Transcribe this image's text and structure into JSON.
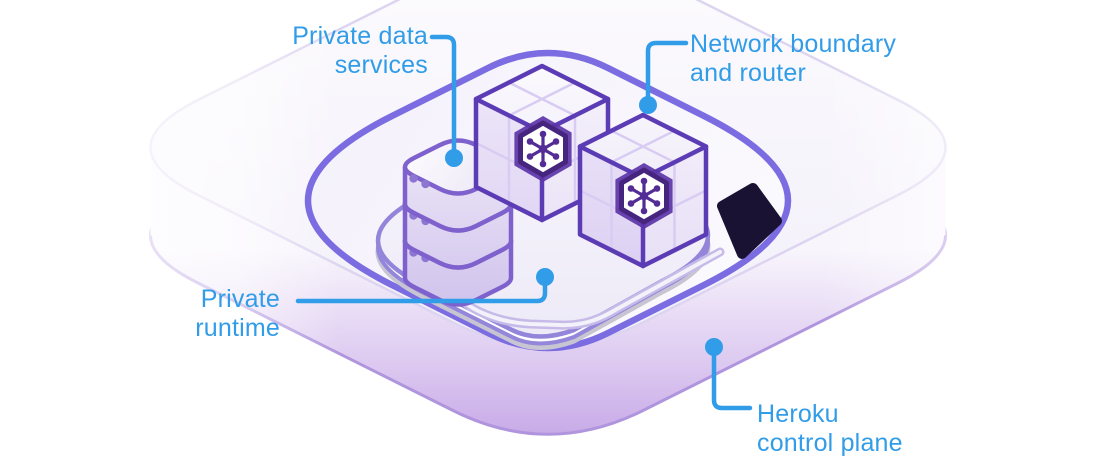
{
  "diagram": {
    "title": "Heroku private space architecture diagram",
    "labels": {
      "private_data_services": {
        "line1": "Private data",
        "line2": "services"
      },
      "network_boundary": {
        "line1": "Network boundary",
        "line2": "and router"
      },
      "private_runtime": {
        "line1": "Private",
        "line2": "runtime"
      },
      "heroku_control_plane": {
        "line1": "Heroku",
        "line2": "control plane"
      }
    },
    "icons": {
      "network_hub": "hexagon-asterisk-hub",
      "database_stack": "stacked-rounded-slabs-with-dots",
      "router": "dark-angled-panel"
    },
    "colors": {
      "accent_blue": "#319CE8",
      "boundary_purple": "#7B6CE1",
      "plate_purple": "#9285DA",
      "db_purple": "#7E61CC",
      "cube_purple": "#5B3CB4",
      "badge_ring_purple": "#46257E",
      "badge_halo_purple": "#5C35A8",
      "glyph_purple": "#532C95",
      "router_dark": "#191233",
      "shadow_gray": "#C8C5D3",
      "cable_lavender": "#C6BBE8",
      "slab_edge": "#B095DE"
    }
  }
}
